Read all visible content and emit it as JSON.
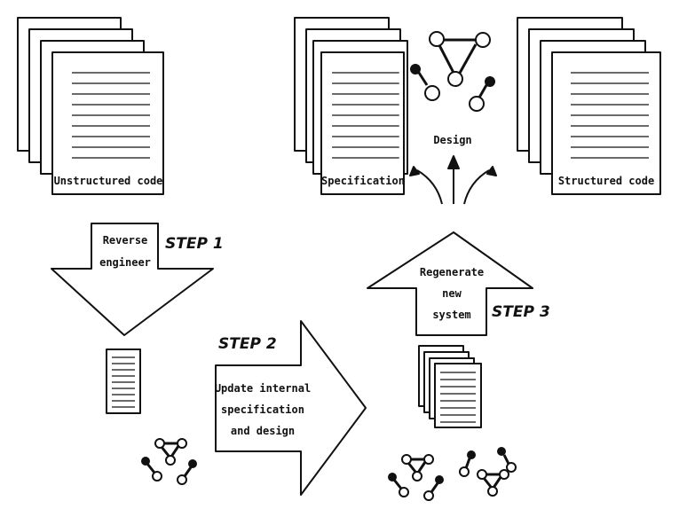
{
  "labels": {
    "unstructured_code": "Unstructured code",
    "specification": "Specification",
    "structured_code": "Structured code",
    "design": "Design"
  },
  "steps": {
    "step1": "STEP 1",
    "step2": "STEP 2",
    "step3": "STEP 3"
  },
  "arrows": {
    "reverse_line1": "Reverse",
    "reverse_line2": "engineer",
    "update_line1": "Update internal",
    "update_line2": "specification",
    "update_line3": "and design",
    "regen_line1": "Regenerate",
    "regen_line2": "new",
    "regen_line3": "system"
  }
}
